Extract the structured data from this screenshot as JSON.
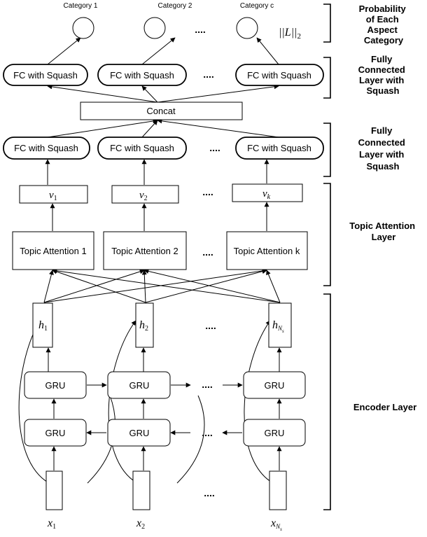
{
  "output": {
    "categories": [
      "Category 1",
      "Category 2",
      "Category c"
    ],
    "norm_label": "||L||",
    "norm_sub": "2"
  },
  "fc_label": "FC with Squash",
  "concat_label": "Concat",
  "dots": "....",
  "topic_vectors": [
    {
      "base": "v",
      "sub": "1"
    },
    {
      "base": "v",
      "sub": "2"
    },
    {
      "base": "v",
      "sub": "k"
    }
  ],
  "topic_attention": [
    "Topic Attention 1",
    "Topic Attention 2",
    "Topic Attention k"
  ],
  "hidden": [
    {
      "base": "h",
      "sub": "1",
      "subsub": ""
    },
    {
      "base": "h",
      "sub": "2",
      "subsub": ""
    },
    {
      "base": "h",
      "sub": "N",
      "subsub": "s"
    }
  ],
  "gru_label": "GRU",
  "inputs": [
    {
      "base": "x",
      "sub": "1",
      "subsub": ""
    },
    {
      "base": "x",
      "sub": "2",
      "subsub": ""
    },
    {
      "base": "x",
      "sub": "N",
      "subsub": "s"
    }
  ],
  "layers": {
    "probability": [
      "Probability",
      "of Each",
      "Aspect",
      "Category"
    ],
    "fc_top": [
      "Fully",
      "Connected",
      "Layer with",
      "Squash"
    ],
    "fc_bottom": [
      "Fully",
      "Connected",
      "Layer with",
      "Squash"
    ],
    "topic": [
      "Topic Attention",
      "Layer"
    ],
    "encoder": [
      "Encoder Layer"
    ]
  }
}
